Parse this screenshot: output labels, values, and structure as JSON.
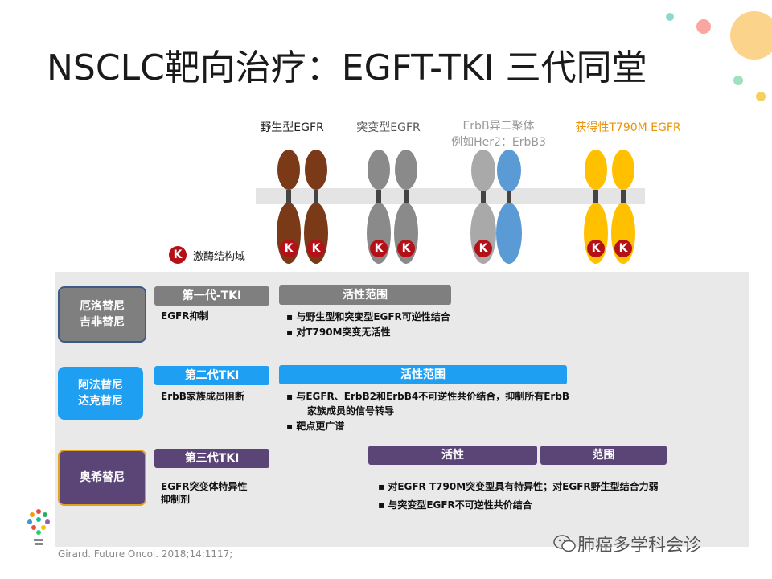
{
  "title": "NSCLC靶向治疗：EGFT-TKI 三代同堂",
  "receptors": [
    {
      "label": "野生型EGFR",
      "color": "#222222"
    },
    {
      "label": "突变型EGFR",
      "color": "#555555"
    },
    {
      "label_line1": "ErbB异二聚体",
      "label_line2": "例如Her2：ErbB3",
      "color": "#999999"
    },
    {
      "label": "获得性T790M EGFR",
      "color": "#e8940a"
    }
  ],
  "colors": {
    "brown": "#7a3a17",
    "grey": "#8a8a8a",
    "lightgrey": "#a9a9a9",
    "blue": "#5b9bd5",
    "yellow": "#ffc000",
    "kinase": "#b31018"
  },
  "kinase_letter": "K",
  "legend_label": "激酶结构域",
  "rows": [
    {
      "drug_line1": "厄洛替尼",
      "drug_line2": "吉非替尼",
      "generation": "第一代-TKI",
      "mechanism": "EGFR抑制",
      "activity_header": "活性范围",
      "bullets": [
        "与野生型和突变型EGFR可逆性结合",
        "对T790M突变无活性"
      ],
      "color": "#7f7f7f"
    },
    {
      "drug_line1": "阿法替尼",
      "drug_line2": "达克替尼",
      "generation": "第二代TKI",
      "mechanism": "ErbB家族成员阻断",
      "activity_header": "活性范围",
      "bullets": [
        "与EGFR、ErbB2和ErbB4不可逆性共价结合，抑制所有ErbB",
        "家族成员的信号转导",
        "靶点更广谱"
      ],
      "color": "#1e9ff2"
    },
    {
      "drug_line1": "奥希替尼",
      "generation": "第三代TKI",
      "mechanism_line1": "EGFR突变体特异性",
      "mechanism_line2": "抑制剂",
      "activity_header_a": "活性",
      "activity_header_b": "范围",
      "bullets": [
        "对EGFR T790M突变型具有特异性；对EGFR野生型结合力弱",
        "与突变型EGFR不可逆性共价结合"
      ],
      "color": "#5b4577"
    }
  ],
  "citation": "Girard. Future Oncol. 2018;14:1117;",
  "watermark": "肺癌多学科会诊"
}
